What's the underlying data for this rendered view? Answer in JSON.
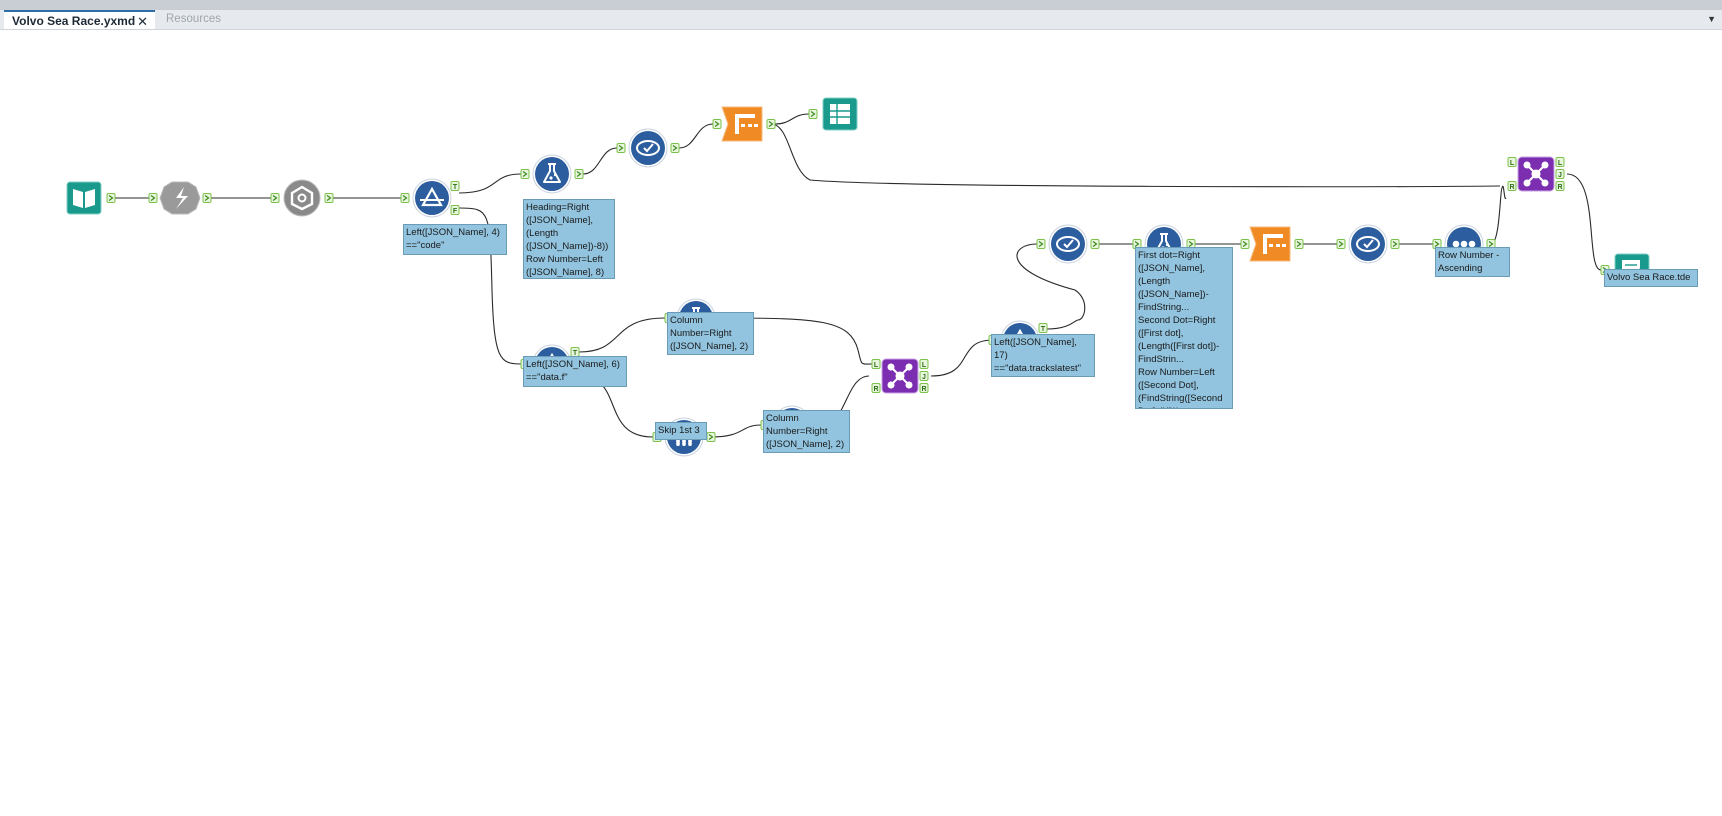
{
  "window": {
    "tabs": [
      {
        "label": "Volvo Sea Race.yxmd",
        "active": true
      },
      {
        "label": "Resources",
        "active": false
      }
    ],
    "close_glyph": "✕",
    "menu_glyph": "▼"
  },
  "colors": {
    "tool_blue": "#2c5d9e",
    "tool_teal": "#1a9a8c",
    "tool_orange": "#f08a24",
    "tool_purple": "#7b2fb0",
    "tool_gray": "#9a9a9a",
    "annotation_bg": "#92c4df",
    "connector": "#2a2a2a",
    "anchor": "#7cc24a"
  },
  "tools": [
    {
      "id": "input",
      "name": "input-data-tool-icon"
    },
    {
      "id": "dyn",
      "name": "dynamic-input-tool-icon"
    },
    {
      "id": "json",
      "name": "json-parse-tool-icon"
    },
    {
      "id": "f1",
      "name": "filter-tool-icon-1"
    },
    {
      "id": "fm1",
      "name": "formula-tool-icon-1"
    },
    {
      "id": "sel1",
      "name": "select-tool-icon-1"
    },
    {
      "id": "ct1",
      "name": "crosstab-tool-icon-1"
    },
    {
      "id": "out1",
      "name": "output-data-tool-icon-1"
    },
    {
      "id": "f2",
      "name": "filter-tool-icon-2"
    },
    {
      "id": "fm2",
      "name": "formula-tool-icon-2"
    },
    {
      "id": "samp",
      "name": "sample-tool-icon"
    },
    {
      "id": "fm3",
      "name": "formula-tool-icon-3"
    },
    {
      "id": "j1",
      "name": "join-tool-icon-1"
    },
    {
      "id": "f3",
      "name": "filter-tool-icon-3"
    },
    {
      "id": "sel2",
      "name": "select-tool-icon-2"
    },
    {
      "id": "fm4",
      "name": "formula-tool-icon-4"
    },
    {
      "id": "ct2",
      "name": "crosstab-tool-icon-2"
    },
    {
      "id": "sel3",
      "name": "select-tool-icon-3"
    },
    {
      "id": "rec",
      "name": "record-id-tool-icon"
    },
    {
      "id": "j2",
      "name": "join-tool-icon-2"
    },
    {
      "id": "out2",
      "name": "output-data-tool-icon-2"
    }
  ],
  "anchor_labels": {
    "true": "T",
    "false": "F",
    "left": "L",
    "join": "J",
    "right": "R"
  },
  "annotations": {
    "filter_code": "Left([JSON_Name], 4)\n==\"code\"",
    "formula_heading": "Heading=Right\n([JSON_Name],\n(Length\n([JSON_Name])-8))\nRow Number=Left\n([JSON_Name], 8)",
    "filter_data_f": "Left([JSON_Name], 6)\n==\"data.f\"",
    "formula_col1": "Column\nNumber=Right\n([JSON_Name], 2)",
    "sample_skip": "Skip 1st 3",
    "formula_col2": "Column\nNumber=Right\n([JSON_Name], 2)",
    "filter_tracks": "Left([JSON_Name],\n17)\n==\"data.trackslatest\"",
    "formula_dots": "First dot=Right\n([JSON_Name],\n(Length\n([JSON_Name])-\nFindString...\nSecond Dot=Right\n([First dot],\n(Length([First dot])-\nFindStrin...\nRow Number=Left\n([Second Dot],\n(FindString([Second\nDot], \".\")))",
    "record_sort": "Row Number -\nAscending",
    "output_name": "Volvo Sea Race.tde"
  }
}
